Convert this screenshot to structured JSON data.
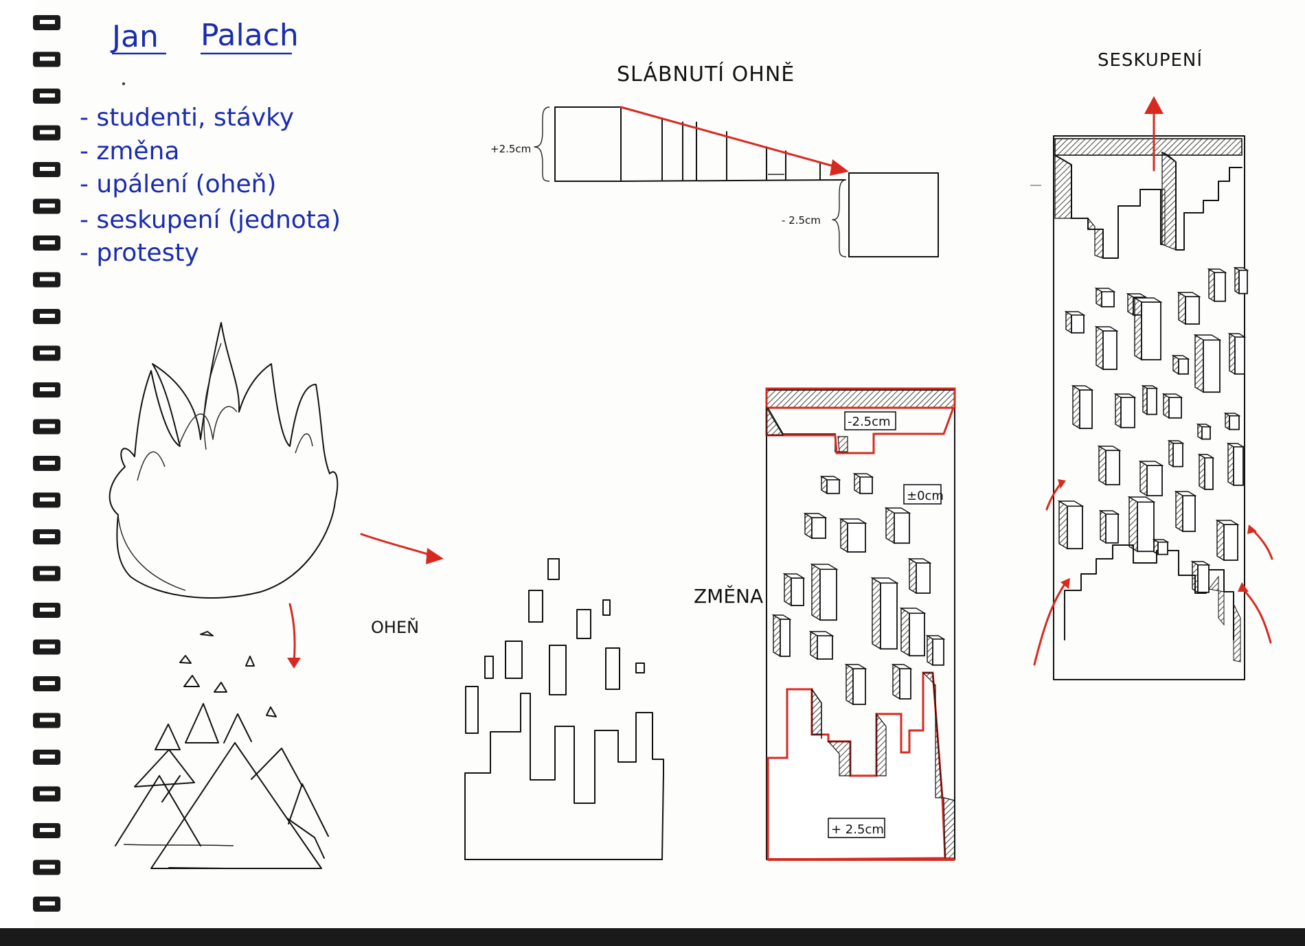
{
  "title": {
    "first": "Jan",
    "last": "Palach"
  },
  "notes": [
    "- studenti, stávky",
    "- změna",
    "- upálení (oheň)",
    "- seskupení (jednota)",
    "- protesty"
  ],
  "labels": {
    "fire_fading": "SLÁBNUTÍ OHNĚ",
    "grouping": "SESKUPENÍ",
    "fire": "OHEŇ",
    "change": "ZMĚNA"
  },
  "measurements": {
    "plus_top": "+2.5cm",
    "minus_top": "- 2.5cm",
    "minus_change": "-2.5cm",
    "zero_change": "±0cm",
    "plus_change": "+ 2.5cm"
  },
  "colors": {
    "ink": "#111111",
    "blue_ink": "#1a2cae",
    "red_ink": "#d62a20",
    "paper": "#fdfdfb",
    "spiral": "#1b1b1b"
  }
}
